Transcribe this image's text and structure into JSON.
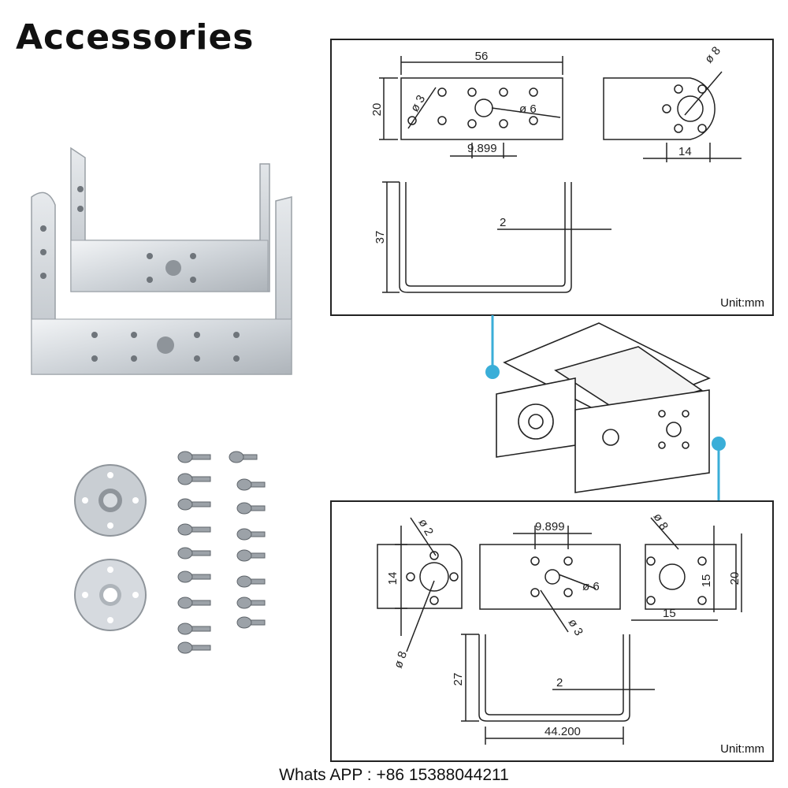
{
  "title": "Accessories",
  "footer": "Whats APP : +86 15388044211",
  "accent_color": "#3aaed8",
  "panel_top": {
    "unit": "Unit:mm",
    "dims": {
      "width": "56",
      "height": "20",
      "hole_small": "ø 3",
      "hole_center": "ø 6",
      "spacing": "9.899",
      "hole_ear": "ø 8",
      "ear_spacing": "14",
      "depth": "37",
      "thickness": "2"
    }
  },
  "panel_bottom": {
    "unit": "Unit:mm",
    "dims": {
      "hole_small": "ø 2",
      "height_side": "14",
      "hole_large": "ø 8",
      "spacing": "9.899",
      "hole_center": "ø 6",
      "hole_small2": "ø 3",
      "hole_ear": "ø 8",
      "ear_h": "15",
      "ear_w": "15",
      "height": "20",
      "depth": "27",
      "thickness": "2",
      "width": "44.200"
    }
  },
  "icons": [
    "bracket-photo",
    "servo-assembly-drawing",
    "servo-horn-disc",
    "screw"
  ]
}
